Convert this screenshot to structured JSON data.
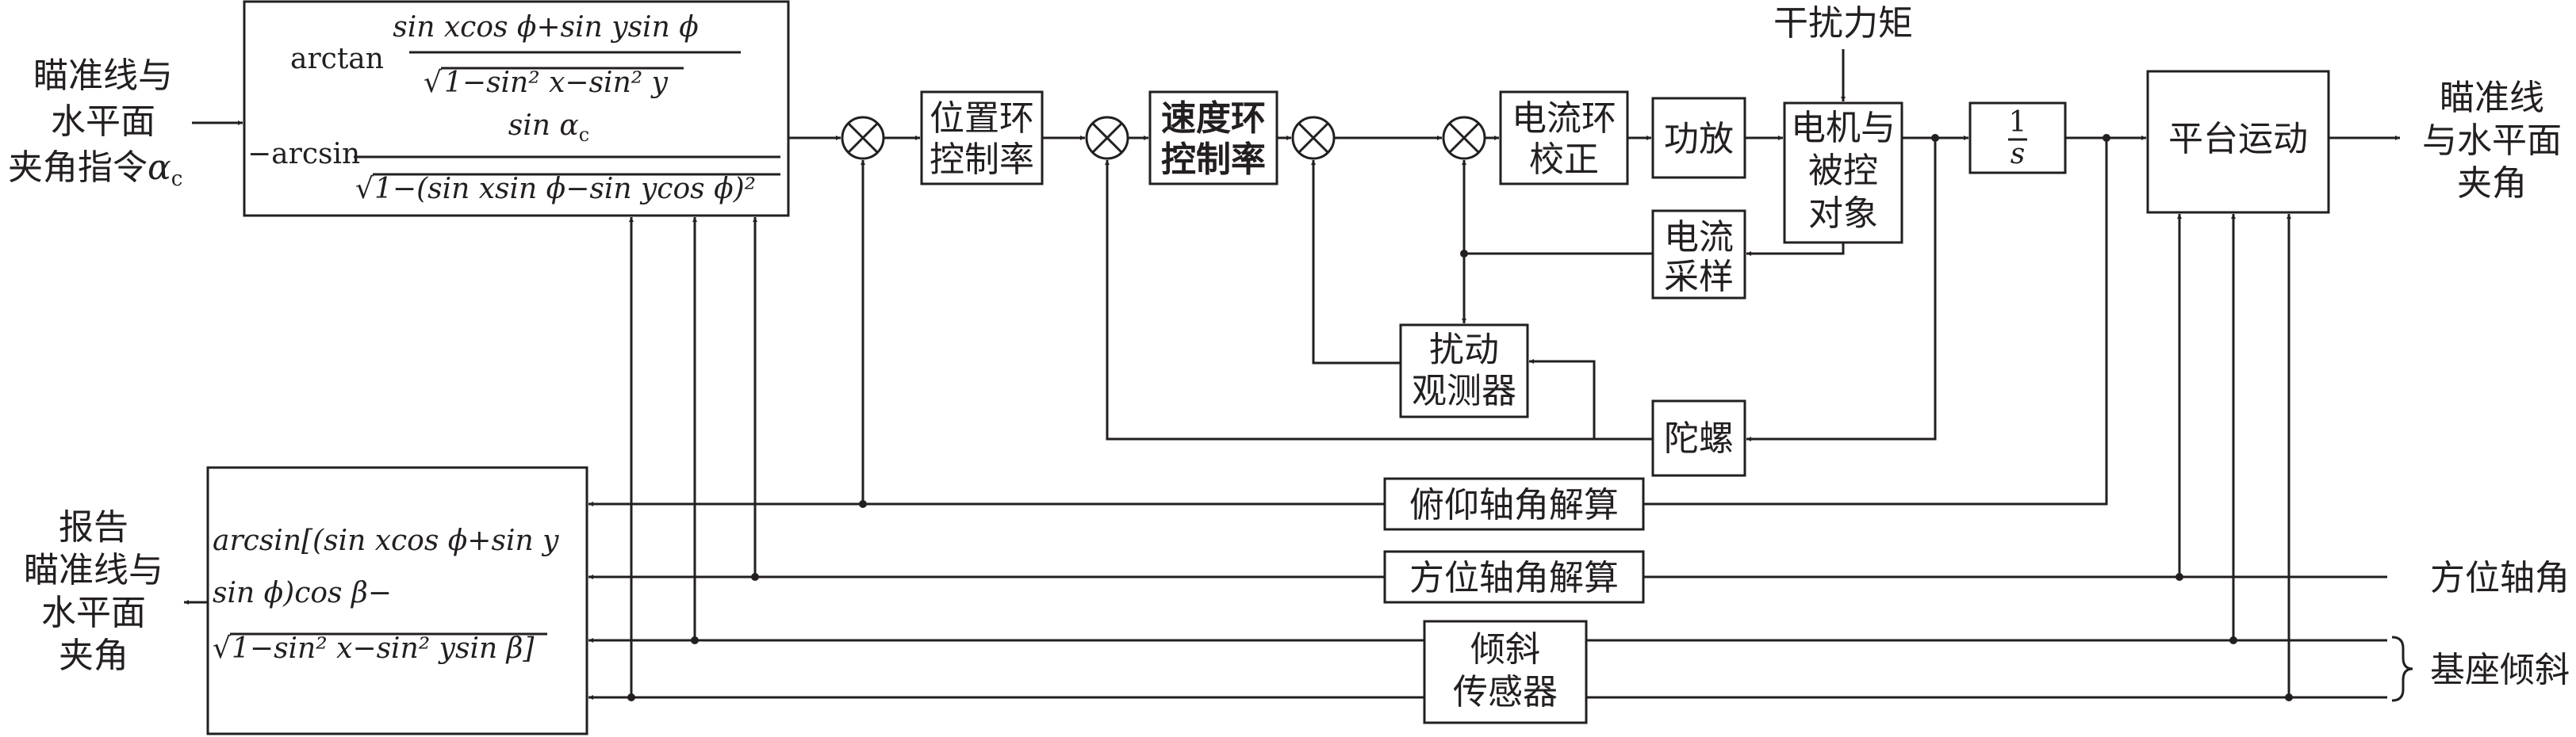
{
  "inputs": {
    "command_line1": "瞄准线与",
    "command_line2": "水平面",
    "command_line3": "夹角指令",
    "command_symbol": "α",
    "command_sub": "c",
    "disturbance": "干扰力矩",
    "azimuth": "方位轴角",
    "base_tilt": "基座倾斜"
  },
  "outputs": {
    "los_line1": "瞄准线",
    "los_line2": "与水平面",
    "los_line3": "夹角",
    "report_line1": "报告",
    "report_line2": "瞄准线与",
    "report_line3": "水平面",
    "report_line4": "夹角"
  },
  "blocks": {
    "pos_ctrl_1": "位置环",
    "pos_ctrl_2": "控制率",
    "speed_ctrl_1": "速度环",
    "speed_ctrl_2": "控制率",
    "current_corr_1": "电流环",
    "current_corr_2": "校正",
    "amp": "功放",
    "motor_1": "电机与",
    "motor_2": "被控",
    "motor_3": "对象",
    "integrator_num": "1",
    "integrator_den": "s",
    "platform": "平台运动",
    "current_sample_1": "电流",
    "current_sample_2": "采样",
    "observer_1": "扰动",
    "observer_2": "观测器",
    "gyro": "陀螺",
    "pitch_solver": "俯仰轴角解算",
    "azimuth_solver": "方位轴角解算",
    "tilt_sensor_1": "倾斜",
    "tilt_sensor_2": "传感器"
  },
  "formulas": {
    "top_arctan": "arctan",
    "top_num1": "sin xcos ϕ+sin ysin ϕ",
    "top_den1": "1−sin² x−sin² y",
    "top_arcsin": "−arcsin",
    "top_num2": "sin α",
    "top_num2_sub": "c",
    "top_den2": "1−(sin xsin ϕ−sin ycos ϕ)²",
    "bottom_l1": "arcsin[(sin xcos ϕ+sin y",
    "bottom_l2": "sin ϕ)cos β−",
    "bottom_l3": "1−sin² x−sin² ysin β]"
  }
}
